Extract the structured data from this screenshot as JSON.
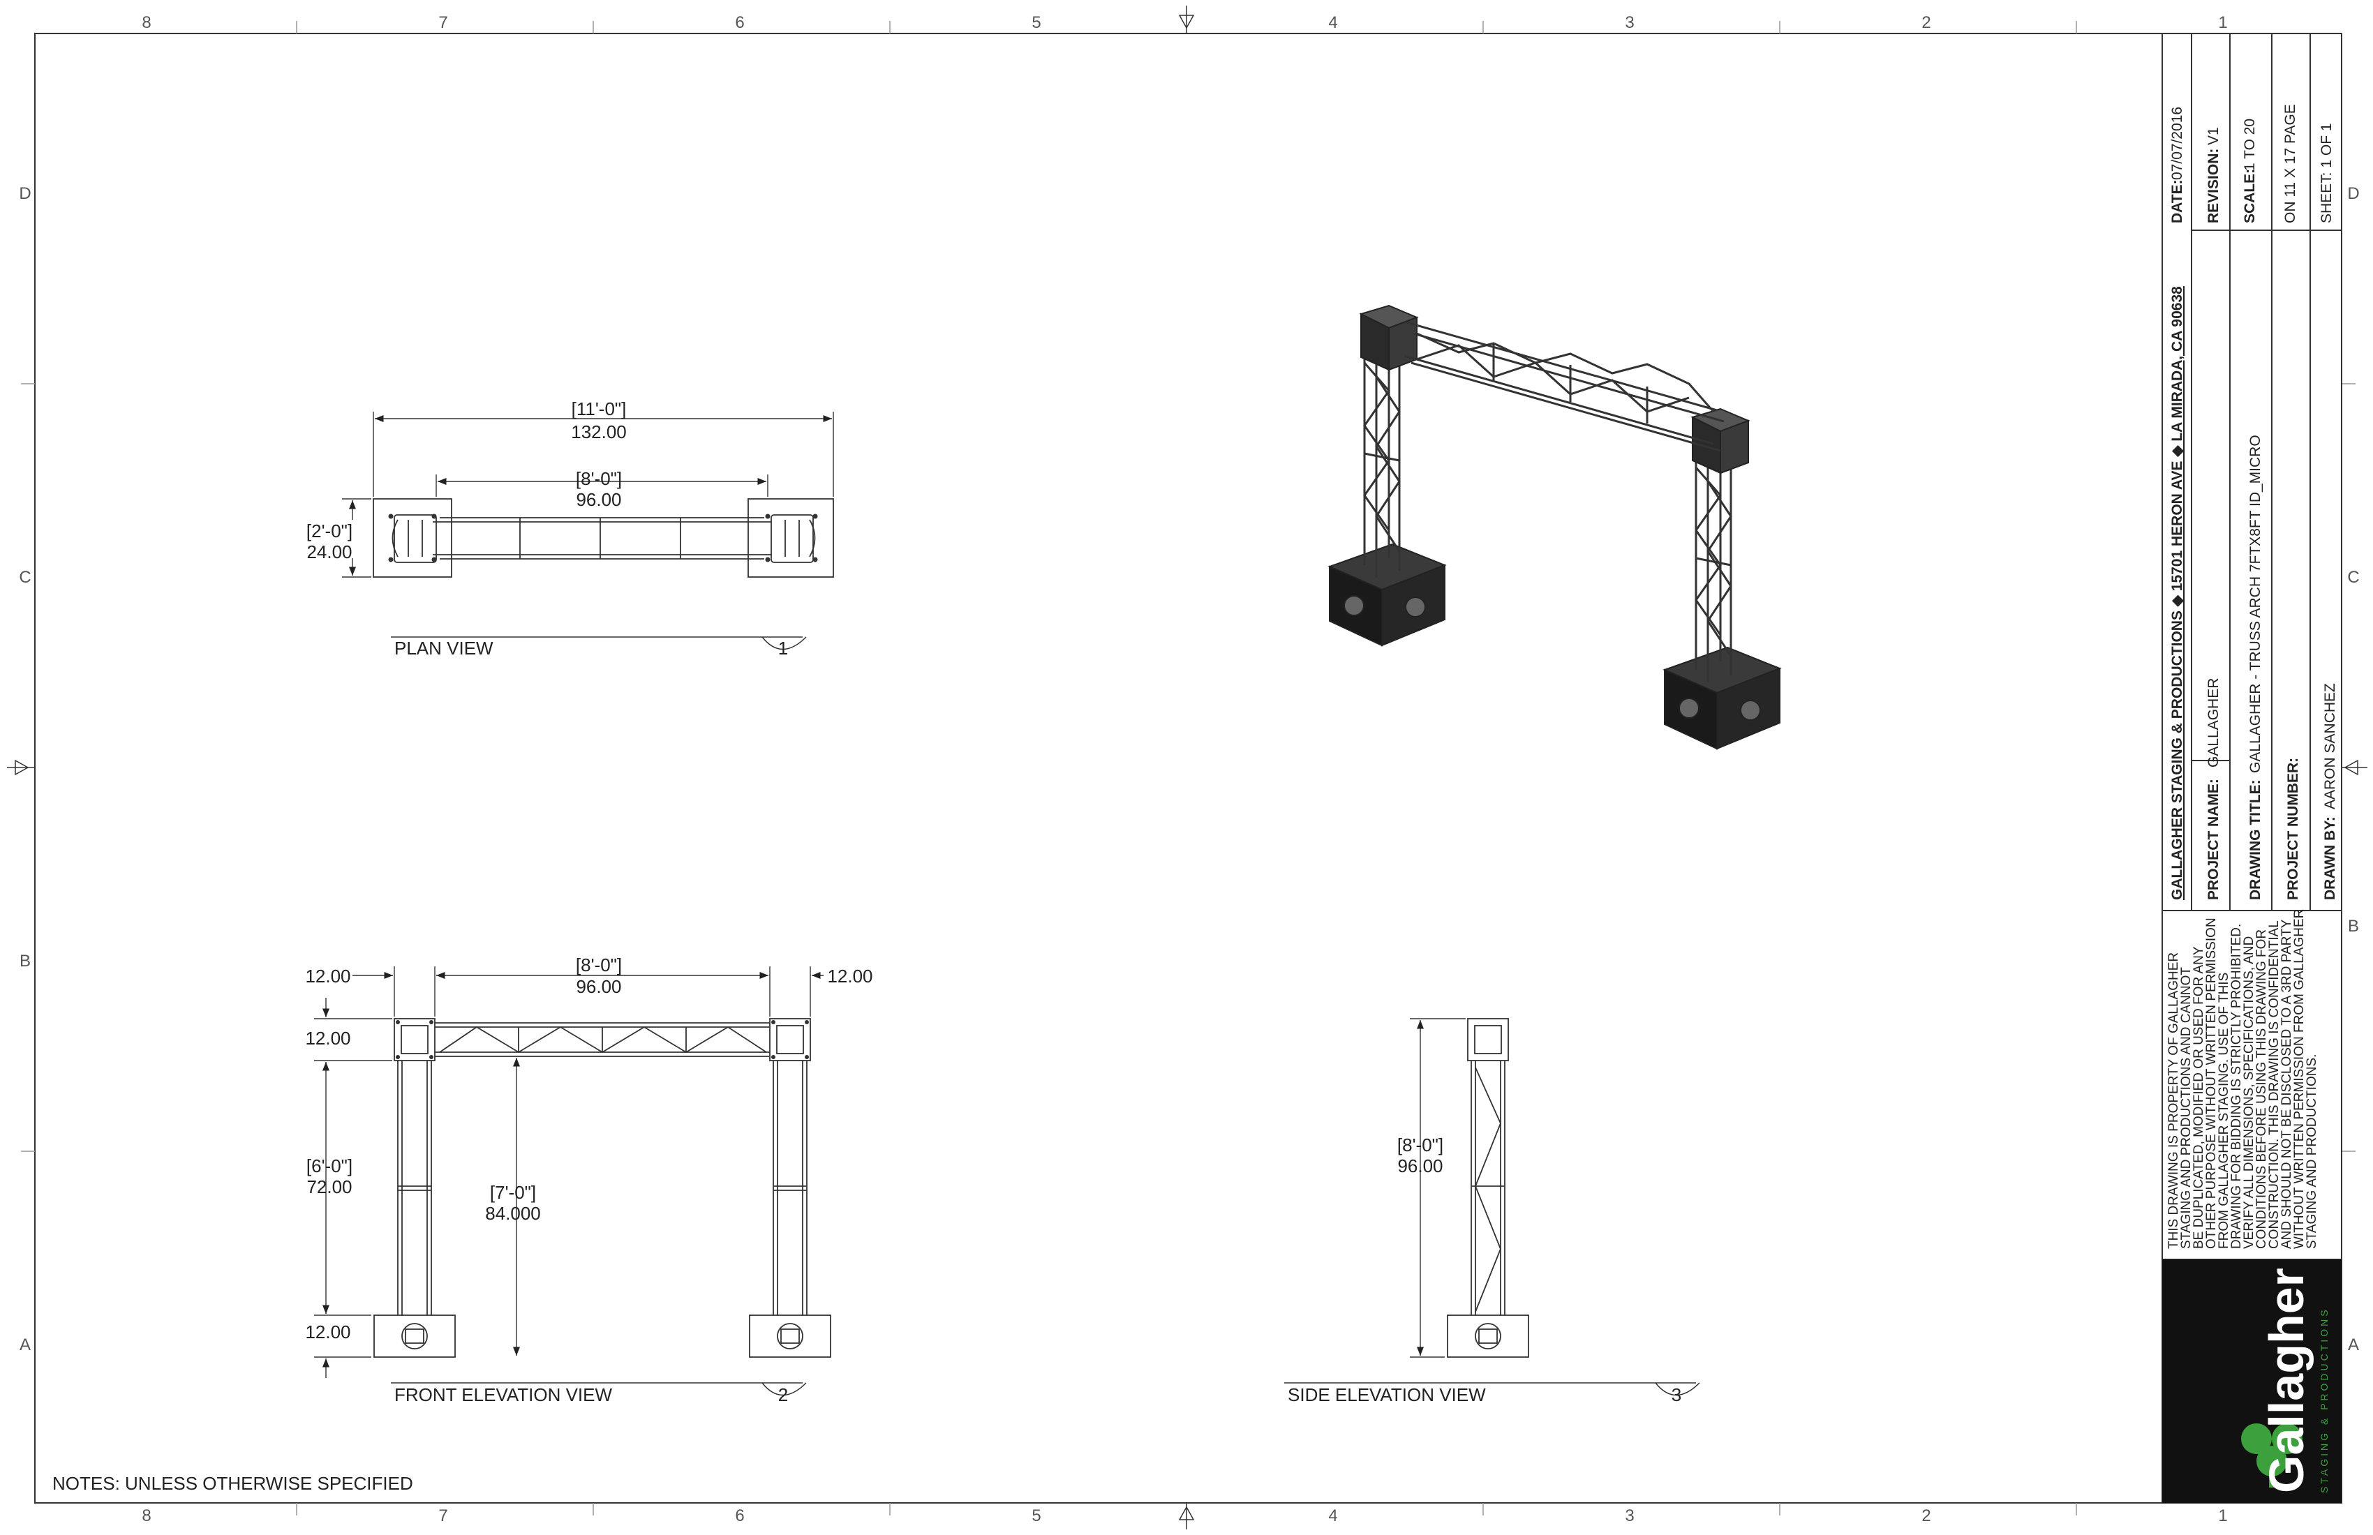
{
  "border": {
    "columns": [
      "8",
      "7",
      "6",
      "5",
      "4",
      "3",
      "2",
      "1"
    ],
    "rows": [
      "D",
      "C",
      "B",
      "A"
    ]
  },
  "views": {
    "plan": {
      "label": "PLAN VIEW",
      "number": "1",
      "dim_overall_ft": "[11'-0\"]",
      "dim_overall_in": "132.00",
      "dim_span_ft": "[8'-0\"]",
      "dim_span_in": "96.00",
      "dim_depth_ft": "[2'-0\"]",
      "dim_depth_in": "24.00"
    },
    "front": {
      "label": "FRONT ELEVATION VIEW",
      "number": "2",
      "dim_left": "12.00",
      "dim_right": "12.00",
      "dim_span_ft": "[8'-0\"]",
      "dim_span_in": "96.00",
      "dim_top": "12.00",
      "dim_column_ft": "[6'-0\"]",
      "dim_column_in": "72.00",
      "dim_clear_ft": "[7'-0\"]",
      "dim_clear_in": "84.000",
      "dim_bottom": "12.00"
    },
    "side": {
      "label": "SIDE ELEVATION VIEW",
      "number": "3",
      "dim_height_ft": "[8'-0\"]",
      "dim_height_in": "96.00"
    }
  },
  "notes": "NOTES: UNLESS OTHERWISE SPECIFIED",
  "title_block": {
    "company_line": "GALLAGHER STAGING & PRODUCTIONS ◆ 15701 HERON AVE ◆ LA MIRADA, CA 90638",
    "date_label": "DATE:",
    "date": "07/07/2016",
    "revision_label": "REVISION:",
    "revision": "V1",
    "project_name_label": "PROJECT NAME:",
    "project_name": "GALLAGHER",
    "drawing_title_label": "DRAWING TITLE:",
    "drawing_title": "GALLAGHER - TRUSS ARCH 7FTX8FT ID_MICRO",
    "scale_label": "SCALE:",
    "scale": "1 TO 20",
    "page_size": "ON 11 X 17 PAGE",
    "project_number_label": "PROJECT NUMBER:",
    "project_number": "",
    "sheet": "SHEET: 1 OF 1",
    "drawn_by_label": "DRAWN BY:",
    "drawn_by": "AARON SANCHEZ",
    "disclaimer": [
      "THIS DRAWING IS PROPERTY OF GALLAGHER",
      "STAGING AND PRODUCTIONS AND CANNOT",
      "BE DUPLICATED, MODIFIED OR USED FOR ANY",
      "OTHER PURPOSE WITHOUT WRITTEN PERMISSION",
      "FROM GALLAGHER STAGING. USE OF THIS",
      "DRAWING FOR BIDDING IS STRICTLY PROHIBITED.",
      "VERIFY ALL DIMENSIONS, SPECIFICATIONS, AND",
      "CONDITIONS BEFORE USING THIS DRAWING FOR",
      "CONSTRUCTION. THIS DRAWING IS CONFIDENTIAL",
      "AND SHOULD NOT BE DISCLOSED TO A 3RD PARTY",
      "WITHOUT WRITTEN PERMISSION FROM GALLAGHER",
      "STAGING AND PRODUCTIONS."
    ],
    "logo_text": "Gallagher",
    "logo_subtext": "STAGING & PRODUCTIONS",
    "logo_green": "#3ca03c"
  }
}
